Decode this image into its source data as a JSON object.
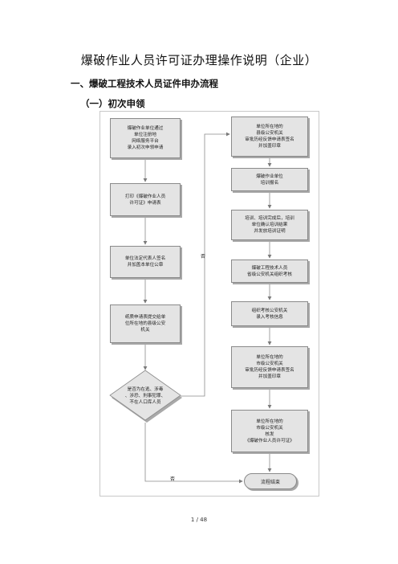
{
  "title": "爆破作业人员许可证办理操作说明（企业）",
  "section": "一、爆破工程技术人员证件申办流程",
  "subsection": "（一）初次申领",
  "flowchart": {
    "left": [
      "爆破作业单位通过\n单位注册地\n网络服务平台\n录入初次申领申请",
      "打印《爆破作业人员\n许可证》申请表",
      "单位法定代表人签名\n并加盖本单位公章",
      "纸质申请表提交给单\n位所在地的县级公安\n机关"
    ],
    "decision": "是否为在逃、涉毒\n、涉恐、刑事犯罪、\n不在人口库人员",
    "right": [
      "单位所在地的\n县级公安机关\n审批历经反馈申请表签名\n并加盖印章",
      "爆破作业单位\n培训报名",
      "培训、培训完成后，培训\n单位确认培训结果\n并发放培训证明",
      "爆破工程技术人员\n省级公安机关组织考核",
      "组织考核公安机关\n录入考核信息",
      "单位所在地的\n市级公安机关\n审批历经反馈申请表签名\n并加盖印章",
      "单位所在地的\n市级公安机关\n核发\n《爆破作业人员许可证》"
    ],
    "terminal": "流程结束",
    "label_yes": "否",
    "label_no": "否"
  },
  "footer": "1 / 48"
}
